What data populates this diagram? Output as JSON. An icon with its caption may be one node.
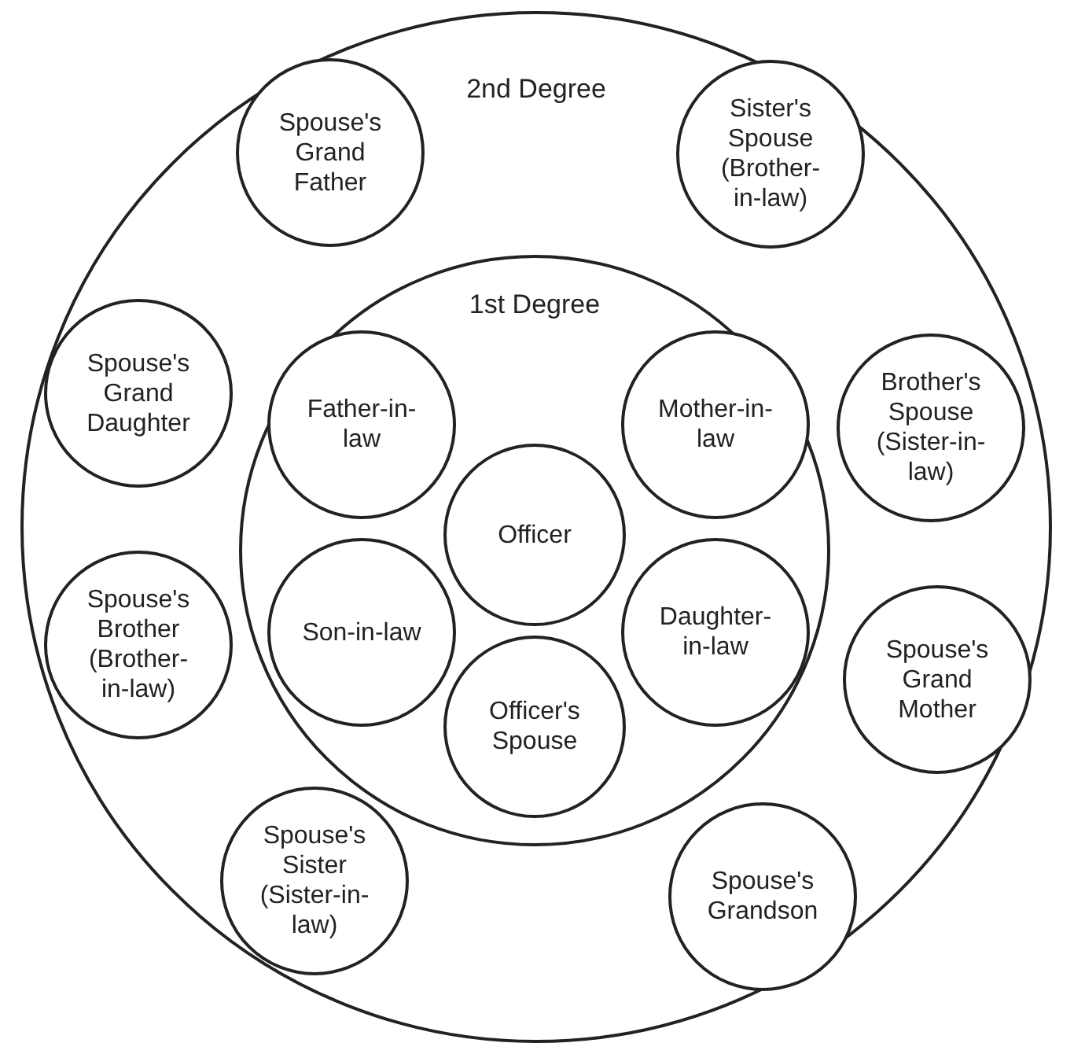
{
  "diagram": {
    "nodes": [
      {
        "text": [
          "2nd Degree"
        ]
      },
      {
        "text": [
          "Spouse's Grand Father"
        ],
        "in": 0
      },
      {
        "text": [
          "Sister's Spouse (Brother-in-law)"
        ],
        "in": 0
      },
      {
        "text": [
          "1st Degree"
        ],
        "in": 0
      },
      {
        "text": [
          "Spouse's Grand Daughter"
        ],
        "in": 0
      },
      {
        "text": [
          "Father-in-law"
        ],
        "in": 3
      },
      {
        "text": [
          "Mother-in-law"
        ],
        "in": 3
      },
      {
        "text": [
          "Brother's Spouse (Sister-in-law)"
        ],
        "in": 0
      },
      {
        "text": [
          "Officer"
        ],
        "in": 3
      },
      {
        "text": [
          "Son-in-law"
        ],
        "in": 3
      },
      {
        "text": [
          "Daughter-in-law"
        ],
        "in": 3
      },
      {
        "text": [
          "Spouse's Brother (Brother-in-law)"
        ],
        "in": 0
      },
      {
        "text": [
          "Spouse's Grand Mother"
        ],
        "in": 0
      },
      {
        "text": [
          "Officer's Spouse"
        ],
        "in": 3
      },
      {
        "text": [
          "Spouse's Sister (Sister-in-law)"
        ],
        "in": 0
      },
      {
        "text": [
          "Spouse's Grandson"
        ],
        "in": 0
      }
    ],
    "edges": []
  }
}
